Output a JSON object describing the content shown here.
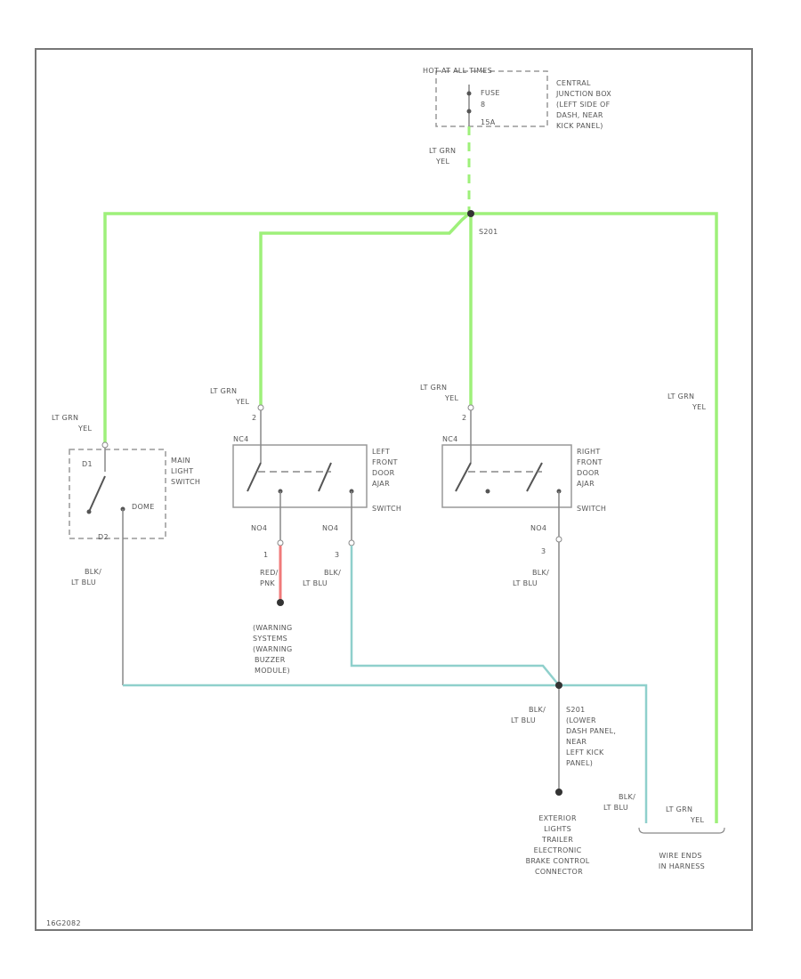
{
  "colors": {
    "lt_grn_yel": "#9ef07a",
    "blk_lt_blu": "#8fd0cc",
    "red_pnk": "#f07a7a",
    "wire_gray": "#7a7a7a",
    "frame": "#777777",
    "dashed": "#999999"
  },
  "labels": {
    "hot_at_all_times": "HOT AT ALL TIMES",
    "fuse": "FUSE",
    "fuse_num": "8",
    "fuse_amps": "15A",
    "central_junction_box": [
      "CENTRAL",
      "JUNCTION BOX",
      "(LEFT SIDE OF",
      "DASH, NEAR",
      "KICK PANEL)"
    ],
    "top_wire": [
      "LT GRN",
      "YEL"
    ],
    "splice_top": "S201",
    "main_light_switch": [
      "MAIN",
      "LIGHT",
      "SWITCH"
    ],
    "main_pin_top": "D1",
    "main_pin_bottom": "D2",
    "main_dome": "DOME",
    "left_switch_in": [
      "LT GRN",
      "YEL"
    ],
    "left_switch_pin": "2",
    "left_switch_nc": "NC4",
    "left_switch_name": [
      "LEFT",
      "FRONT",
      "DOOR",
      "AJAR",
      "SWITCH"
    ],
    "left_out1_code": "NO4",
    "left_out1_pin": "1",
    "left_out1_wire": [
      "RED/",
      "PNK"
    ],
    "left_out2_code": "NO4",
    "left_out2_pin": "3",
    "left_out2_wire": [
      "BLK/",
      "LT BLU"
    ],
    "right_switch_in": [
      "LT GRN",
      "YEL"
    ],
    "right_switch_pin": "2",
    "right_switch_nc": "NC4",
    "right_switch_name": [
      "RIGHT",
      "FRONT",
      "DOOR",
      "AJAR",
      "SWITCH"
    ],
    "right_out_code": "NO4",
    "right_out_pin": "3",
    "right_out_wire": [
      "BLK/",
      "LT BLU"
    ],
    "right_wire": [
      "LT GRN",
      "YEL"
    ],
    "main_out_wire": [
      "BLK/",
      "LT BLU"
    ],
    "warning_module": [
      "(WARNING",
      "SYSTEMS",
      "(WARNING",
      "BUZZER",
      "MODULE)"
    ],
    "splice_bottom": [
      "S201",
      "(LOWER",
      "DASH PANEL,",
      "NEAR",
      "LEFT KICK",
      "PANEL)"
    ],
    "splice_bottom_wire": [
      "BLK/",
      "LT BLU"
    ],
    "exterior_lights": [
      "EXTERIOR",
      "LIGHTS",
      "TRAILER",
      "ELECTRONIC",
      "BRAKE CONTROL",
      "CONNECTOR"
    ],
    "wire_ends_wire1": [
      "BLK/",
      "LT BLU"
    ],
    "wire_ends_wire2": [
      "LT GRN",
      "YEL"
    ],
    "wire_ends": [
      "WIRE ENDS",
      "IN HARNESS"
    ],
    "figure_id": "16G2082"
  }
}
